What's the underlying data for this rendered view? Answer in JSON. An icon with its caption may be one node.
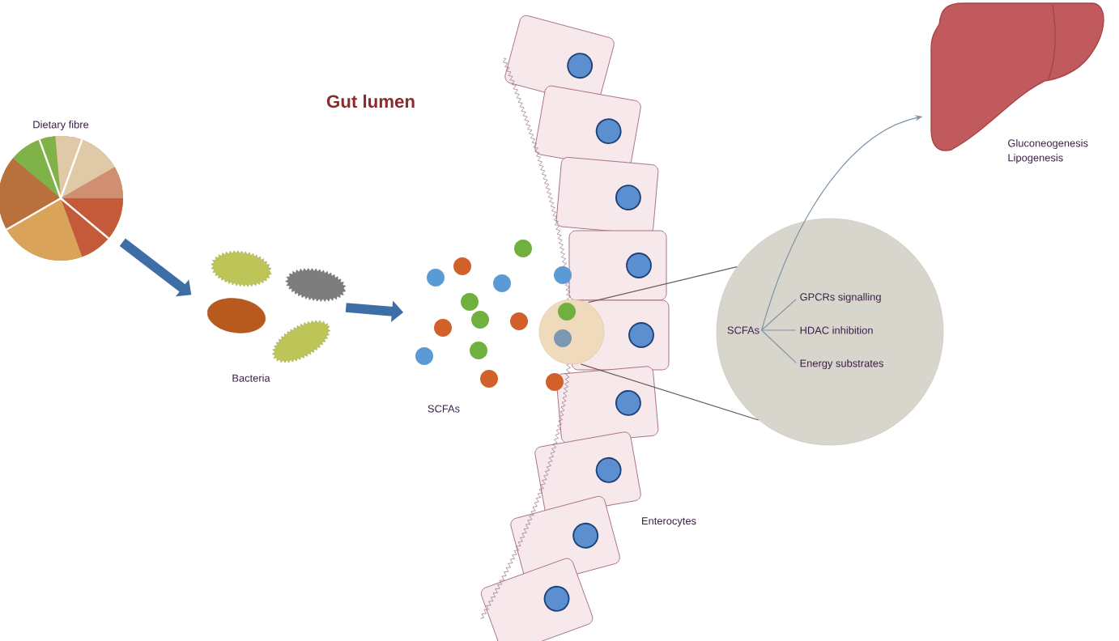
{
  "diagram": {
    "nodes": [
      {
        "text": [
          "Dietary fibre"
        ]
      },
      {
        "text": [
          "Bacteria"
        ]
      },
      {
        "text": [
          "SCFAs"
        ]
      },
      {
        "text": [
          "Enterocytes"
        ]
      },
      {
        "text": [],
        "shape": "circle"
      },
      {
        "text": [
          "SCFAs"
        ],
        "in": 4
      },
      {
        "text": [
          "GPCRs signalling"
        ],
        "in": 4
      },
      {
        "text": [
          "HDAC inhibition"
        ],
        "in": 4
      },
      {
        "text": [
          "Energy substrates"
        ],
        "in": 4
      },
      {
        "text": [
          "Gluconeogenesis",
          "Lipogenesis"
        ]
      },
      {
        "text": [],
        "shape": "circle"
      }
    ],
    "edges": [
      {
        "from": 0,
        "to": 1,
        "arrow": "to",
        "style": "thick",
        "color": "#3d6ea5"
      },
      {
        "from": 1,
        "to": 2,
        "arrow": "to",
        "style": "thick",
        "color": "#3d6ea5"
      },
      {
        "from": 10,
        "to": 4,
        "arrow": "none",
        "color": "#6b5a55"
      },
      {
        "from": 10,
        "to": 4,
        "arrow": "none",
        "color": "#6b5a55"
      },
      {
        "from": 5,
        "to": 6,
        "arrow": "none"
      },
      {
        "from": 5,
        "to": 7,
        "arrow": "none"
      },
      {
        "from": 5,
        "to": 8,
        "arrow": "none"
      },
      {
        "from": 5,
        "to": 9,
        "arrow": "to"
      }
    ],
    "labels": [
      "Gut lumen"
    ]
  }
}
